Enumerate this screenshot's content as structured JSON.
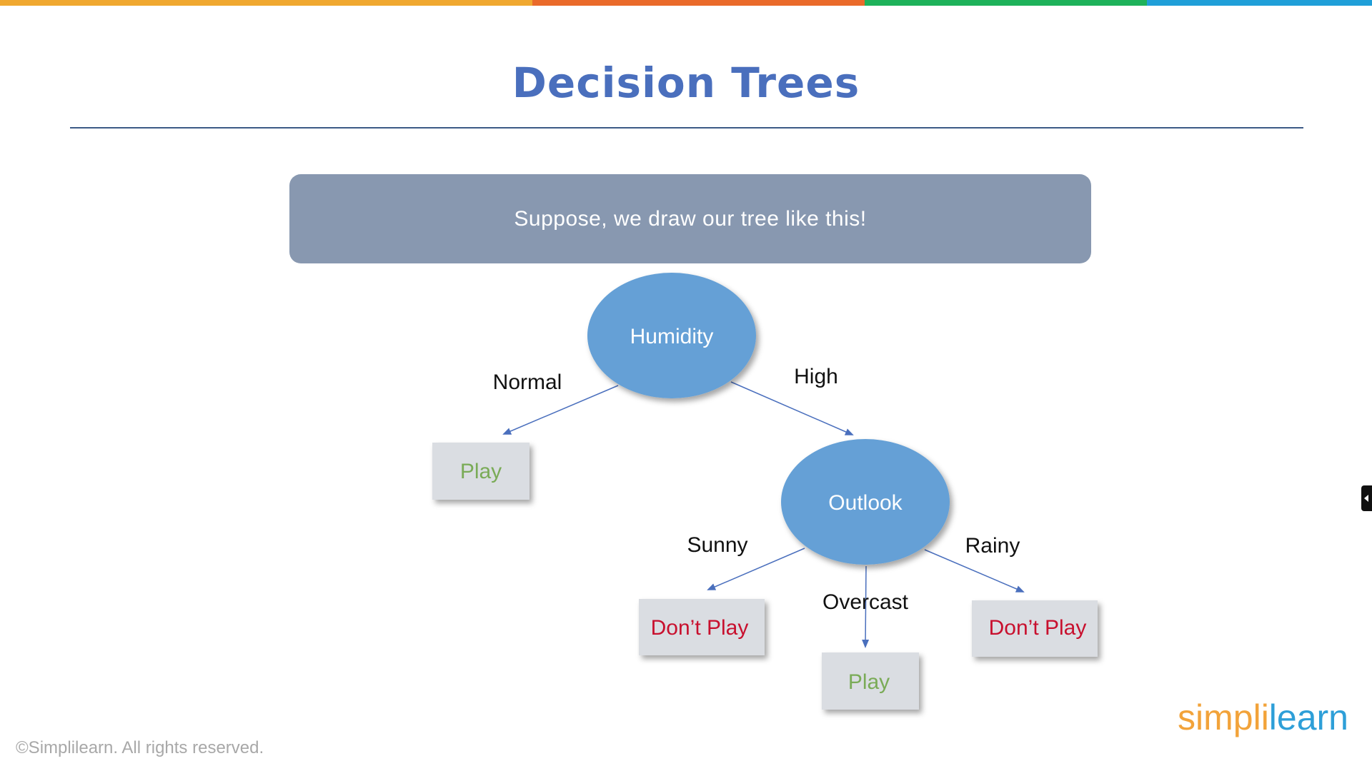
{
  "title": "Decision Trees",
  "banner_text": "Suppose, we draw our tree like this!",
  "tree": {
    "root": "Humidity",
    "root_branches": {
      "left": "Normal",
      "right": "High"
    },
    "leaf_normal": "Play",
    "node_outlook": "Outlook",
    "outlook_branches": {
      "sunny": "Sunny",
      "overcast": "Overcast",
      "rainy": "Rainy"
    },
    "leaf_sunny": "Don’t Play",
    "leaf_overcast": "Play",
    "leaf_rainy": "Don’t Play"
  },
  "footer": "©Simplilearn. All rights reserved.",
  "logo": {
    "part1": "simpl",
    "part2": "i",
    "part3": "learn"
  },
  "colors": {
    "title": "#4a6fbd",
    "banner": "#8898b0",
    "ellipse": "#65a0d6",
    "leaf_box": "#dadde2",
    "play_text": "#7aab57",
    "dont_play_text": "#c8102e",
    "arrow": "#4a6fbd",
    "logo_orange": "#f2a33a",
    "logo_blue": "#2e9fd8",
    "topbar": [
      "#f0a830",
      "#ea6a2a",
      "#1eb25a",
      "#1f9fd8"
    ]
  },
  "icons": {
    "side_tab": "collapse-arrow-icon"
  }
}
